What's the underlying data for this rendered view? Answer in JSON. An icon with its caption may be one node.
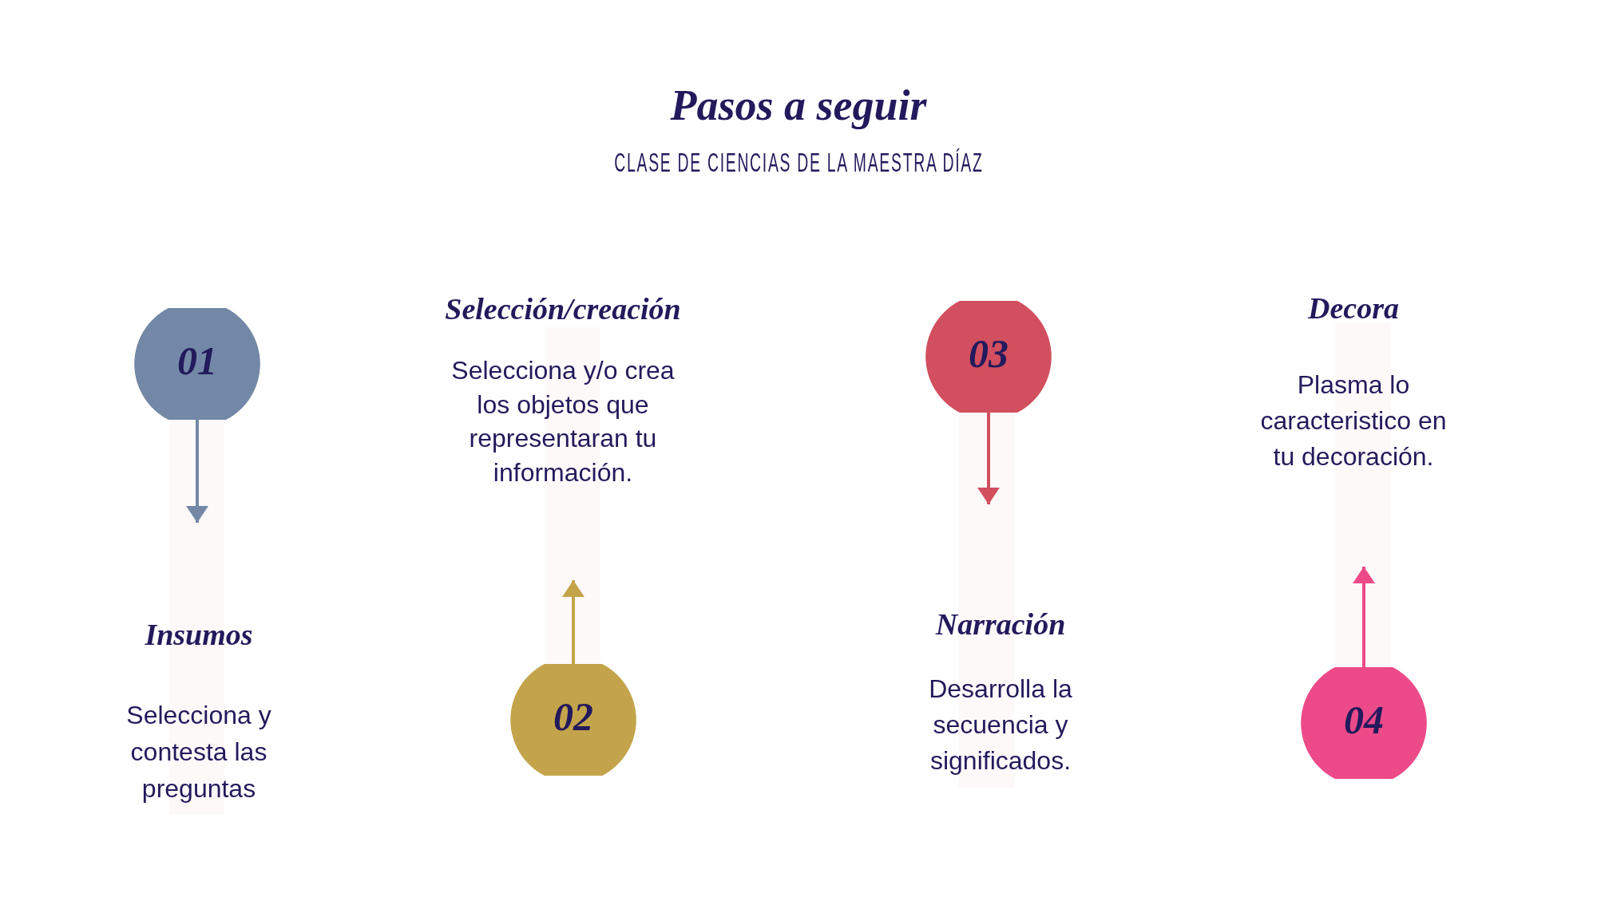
{
  "diagram": {
    "title": "Pasos a seguir",
    "nodes": [
      {
        "text": [
          "01"
        ]
      },
      {
        "text": [
          "Insumos",
          "Selecciona y contesta las preguntas"
        ]
      },
      {
        "text": [
          "02"
        ]
      },
      {
        "text": [
          "Selección/creación",
          "Selecciona y/o crea los objetos que representaran tu información."
        ]
      },
      {
        "text": [
          "03"
        ]
      },
      {
        "text": [
          "Narración",
          "Desarrolla la secuencia y significados."
        ]
      },
      {
        "text": [
          "04"
        ]
      },
      {
        "text": [
          "Decora",
          "Plasma lo caracteristico en tu decoración."
        ]
      }
    ],
    "edges": [
      {
        "from": 0,
        "to": 1,
        "arrow": "to",
        "color": "#7388a6"
      },
      {
        "from": 2,
        "to": 3,
        "arrow": "to",
        "color": "#c4a44b"
      },
      {
        "from": 4,
        "to": 5,
        "arrow": "to",
        "color": "#d14f5e"
      },
      {
        "from": 6,
        "to": 7,
        "arrow": "to",
        "color": "#ec4a88"
      }
    ],
    "labels": [
      "CLASE DE CIENCIAS DE LA MAESTRA DÍAZ"
    ]
  }
}
